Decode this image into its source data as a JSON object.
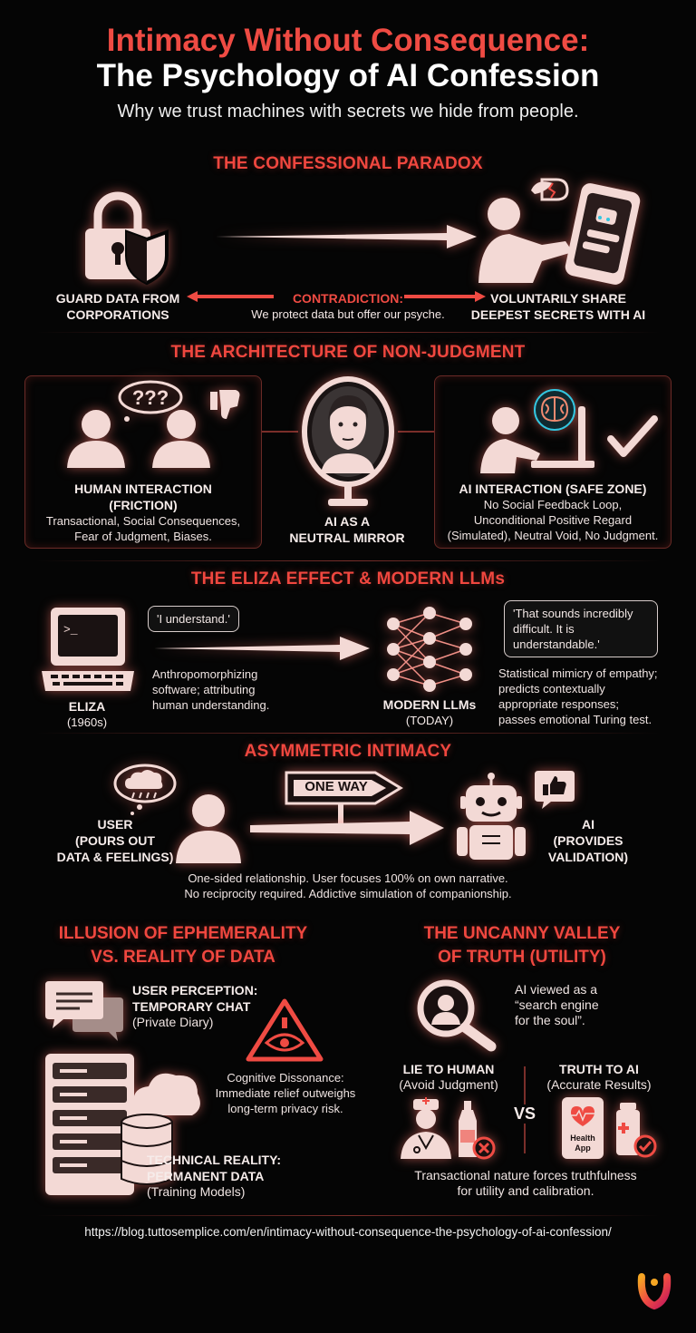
{
  "header": {
    "title_line1": "Intimacy Without Consequence:",
    "title_line2": "The Psychology of AI Confession",
    "subtitle": "Why we trust machines with secrets we hide from people."
  },
  "paradox": {
    "title": "THE CONFESSIONAL PARADOX",
    "left_label_1": "GUARD DATA FROM",
    "left_label_2": "CORPORATIONS",
    "middle_title": "CONTRADICTION:",
    "middle_text": "We protect data but offer our psyche.",
    "right_label_1": "VOLUNTARILY SHARE",
    "right_label_2": "DEEPEST SECRETS WITH AI"
  },
  "architecture": {
    "title": "THE ARCHITECTURE OF NON-JUDGMENT",
    "human_title_1": "HUMAN INTERACTION",
    "human_title_2": "(FRICTION)",
    "human_text_1": "Transactional, Social Consequences,",
    "human_text_2": "Fear of Judgment, Biases.",
    "thought_glyph": "???",
    "mirror_label_1": "AI AS A",
    "mirror_label_2": "NEUTRAL MIRROR",
    "ai_title": "AI INTERACTION (SAFE ZONE)",
    "ai_text_1": "No Social Feedback Loop,",
    "ai_text_2": "Unconditional Positive Regard",
    "ai_text_3": "(Simulated), Neutral Void, No Judgment."
  },
  "eliza": {
    "title": "THE ELIZA EFFECT & MODERN LLMs",
    "prompt_glyph": ">_",
    "eliza_bubble": "'I understand.'",
    "eliza_label_1": "ELIZA",
    "eliza_label_2": "(1960s)",
    "eliza_text_1": "Anthropomorphizing",
    "eliza_text_2": "software; attributing",
    "eliza_text_3": "human understanding.",
    "llm_bubble_1": "'That sounds incredibly",
    "llm_bubble_2": "difficult. It is",
    "llm_bubble_3": "understandable.'",
    "llm_label_1": "MODERN LLMs",
    "llm_label_2": "(TODAY)",
    "llm_text_1": "Statistical mimicry of empathy;",
    "llm_text_2": "predicts contextually",
    "llm_text_3": "appropriate responses;",
    "llm_text_4": "passes emotional Turing test."
  },
  "asymmetric": {
    "title": "ASYMMETRIC INTIMACY",
    "sign": "ONE WAY",
    "user_1": "USER",
    "user_2": "(POURS OUT",
    "user_3": "DATA & FEELINGS)",
    "ai_1": "AI",
    "ai_2": "(PROVIDES",
    "ai_3": "VALIDATION)",
    "text_1": "One-sided relationship. User focuses 100% on own narrative.",
    "text_2": "No reciprocity required. Addictive simulation of companionship."
  },
  "ephemerality": {
    "title_1": "ILLUSION OF EPHEMERALITY",
    "title_2": "VS. REALITY OF DATA",
    "perception_1": "USER PERCEPTION:",
    "perception_2": "TEMPORARY CHAT",
    "perception_3": "(Private Diary)",
    "dissonance_1": "Cognitive Dissonance:",
    "dissonance_2": "Immediate relief outweighs",
    "dissonance_3": "long-term privacy risk.",
    "reality_1": "TECHNICAL REALITY:",
    "reality_2": "PERMANENT DATA",
    "reality_3": "(Training Models)"
  },
  "uncanny": {
    "title_1": "THE UNCANNY VALLEY",
    "title_2": "OF TRUTH (UTILITY)",
    "search_1": "AI viewed as a",
    "search_2": "“search engine",
    "search_3": "for the soul”.",
    "lie_1": "LIE TO HUMAN",
    "lie_2": "(Avoid Judgment)",
    "truth_1": "TRUTH TO AI",
    "truth_2": "(Accurate Results)",
    "vs": "VS",
    "app_1": "Health",
    "app_2": "App",
    "text_1": "Transactional nature forces truthfulness",
    "text_2": "for utility and calibration."
  },
  "footer": {
    "url": "https://blog.tuttosemplice.com/en/intimacy-without-consequence-the-psychology-of-ai-confession/"
  },
  "colors": {
    "accent": "#ef4b43",
    "icon": "#f3d9d5",
    "background": "#050505"
  }
}
